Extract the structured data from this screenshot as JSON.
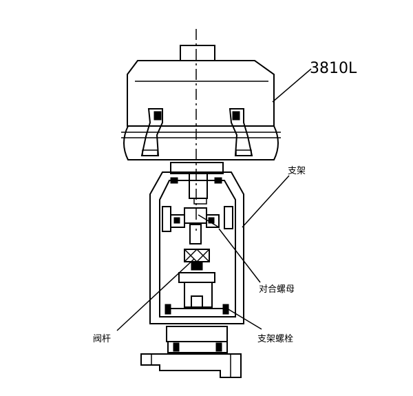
{
  "labels": {
    "model": "3810L",
    "bracket": "支架",
    "coupling_nut": "对合螺母",
    "valve_stem": "阀杆",
    "bracket_nut": "支架螺栓"
  },
  "colors": {
    "line": "#000000",
    "background": "#ffffff"
  }
}
